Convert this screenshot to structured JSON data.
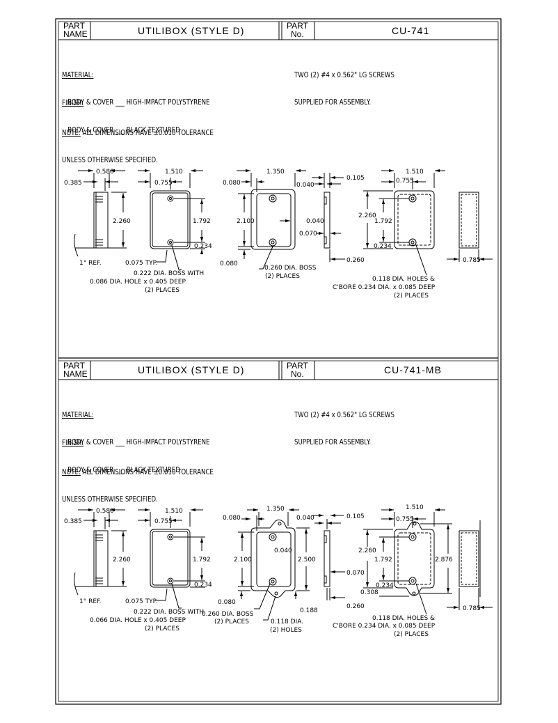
{
  "sections": [
    {
      "part_name_label": [
        "PART",
        "NAME"
      ],
      "part_name": "UTILIBOX  (STYLE D)",
      "part_no_label": [
        "PART",
        "No."
      ],
      "part_no": "CU-741",
      "material_head": "MATERIAL:",
      "material_text": "BODY & COVER ___ HIGH-IMPACT POLYSTYRENE",
      "finish_head": "FINISH:",
      "finish_text": "BODY & COVER ___ BLACK TEXTURED",
      "note_head": "NOTE:",
      "note_text": " ALL DIMENSIONS HAVE ±0.010 TOLERANCE",
      "note_text2": "UNLESS OTHERWISE SPECIFIED.",
      "screws_1": "TWO (2) #4 x 0.562\" LG SCREWS",
      "screws_2": "SUPPLIED FOR ASSEMBLY."
    },
    {
      "part_name_label": [
        "PART",
        "NAME"
      ],
      "part_name": "UTILIBOX  (STYLE D)",
      "part_no_label": [
        "PART",
        "No."
      ],
      "part_no": "CU-741-MB",
      "material_head": "MATERIAL:",
      "material_text": "BODY & COVER ___ HIGH-IMPACT POLYSTYRENE",
      "finish_head": "FINISH:",
      "finish_text": "BODY & COVER ___ BLACK TEXTURED",
      "note_head": "NOTE:",
      "note_text": " ALL DIMENSIONS HAVE ±0.010 TOLERANCE",
      "note_text2": "UNLESS OTHERWISE SPECIFIED.",
      "screws_1": "TWO (2) #4 x 0.562\" LG SCREWS",
      "screws_2": "SUPPLIED FOR ASSEMBLY."
    }
  ],
  "dims_top": {
    "d0580": "0.580",
    "d0385": "0.385",
    "d2260": "2.260",
    "ref": "1° REF.",
    "d1510": "1.510",
    "d0755": "0.755",
    "d1792": "1.792",
    "d0234": "0.234",
    "d0075": "0.075 TYP.",
    "boss1": "0.222 DIA. BOSS WITH",
    "boss2": "0.086 DIA. HOLE x 0.405 DEEP",
    "boss3": "(2) PLACES",
    "d1350": "1.350",
    "d0080a": "0.080",
    "d2100": "2.100",
    "d0080b": "0.080",
    "d0040a": "0.040",
    "boss4": "0.260 DIA. BOSS",
    "boss5": "(2) PLACES",
    "d0105": "0.105",
    "d0040b": "0.040",
    "d0070": "0.070",
    "d0260": "0.260",
    "d1510b": "1.510",
    "d0755b": "0.755",
    "d2260b": "2.260",
    "d1792b": "1.792",
    "d0234b": "0.234",
    "holes1": "0.118 DIA. HOLES &",
    "holes2": "C'BORE 0.234 DIA. x 0.085 DEEP",
    "holes3": "(2) PLACES",
    "d0785": "0.785"
  },
  "dims_bottom": {
    "d0580": "0.580",
    "d0385": "0.385",
    "d2260": "2.260",
    "ref": "1° REF.",
    "d1510": "1.510",
    "d0755": "0.755",
    "d1792": "1.792",
    "d0234": "0.234",
    "d0075": "0.075 TYP.",
    "boss1": "0.222 DIA. BOSS WITH",
    "boss2": "0.066 DIA. HOLE x 0.405 DEEP",
    "boss3": "(2) PLACES",
    "d1350": "1.350",
    "d0080a": "0.080",
    "d2100": "2.100",
    "d0040a": "0.040",
    "d2500": "2.500",
    "d0080b": "0.080",
    "boss4": "0.260 DIA. BOSS",
    "boss5": "(2) PLACES",
    "d0188": "0.188",
    "hole1": "0.118 DIA.",
    "hole2": "(2) HOLES",
    "d0105": "0.105",
    "d0040b": "0.040",
    "d0070": "0.070",
    "d0260": "0.260",
    "d1510b": "1.510",
    "d0755b": "0.755",
    "d2260b": "2.260",
    "d1792b": "1.792",
    "d2876": "2.876",
    "d0308": "0.308",
    "d0234b": "0.234",
    "holes1": "0.118 DIA. HOLES &",
    "holes2": "C'BORE 0.234 DIA. x 0.085 DEEP",
    "holes3": "(2) PLACES",
    "d0785": "0.785"
  }
}
